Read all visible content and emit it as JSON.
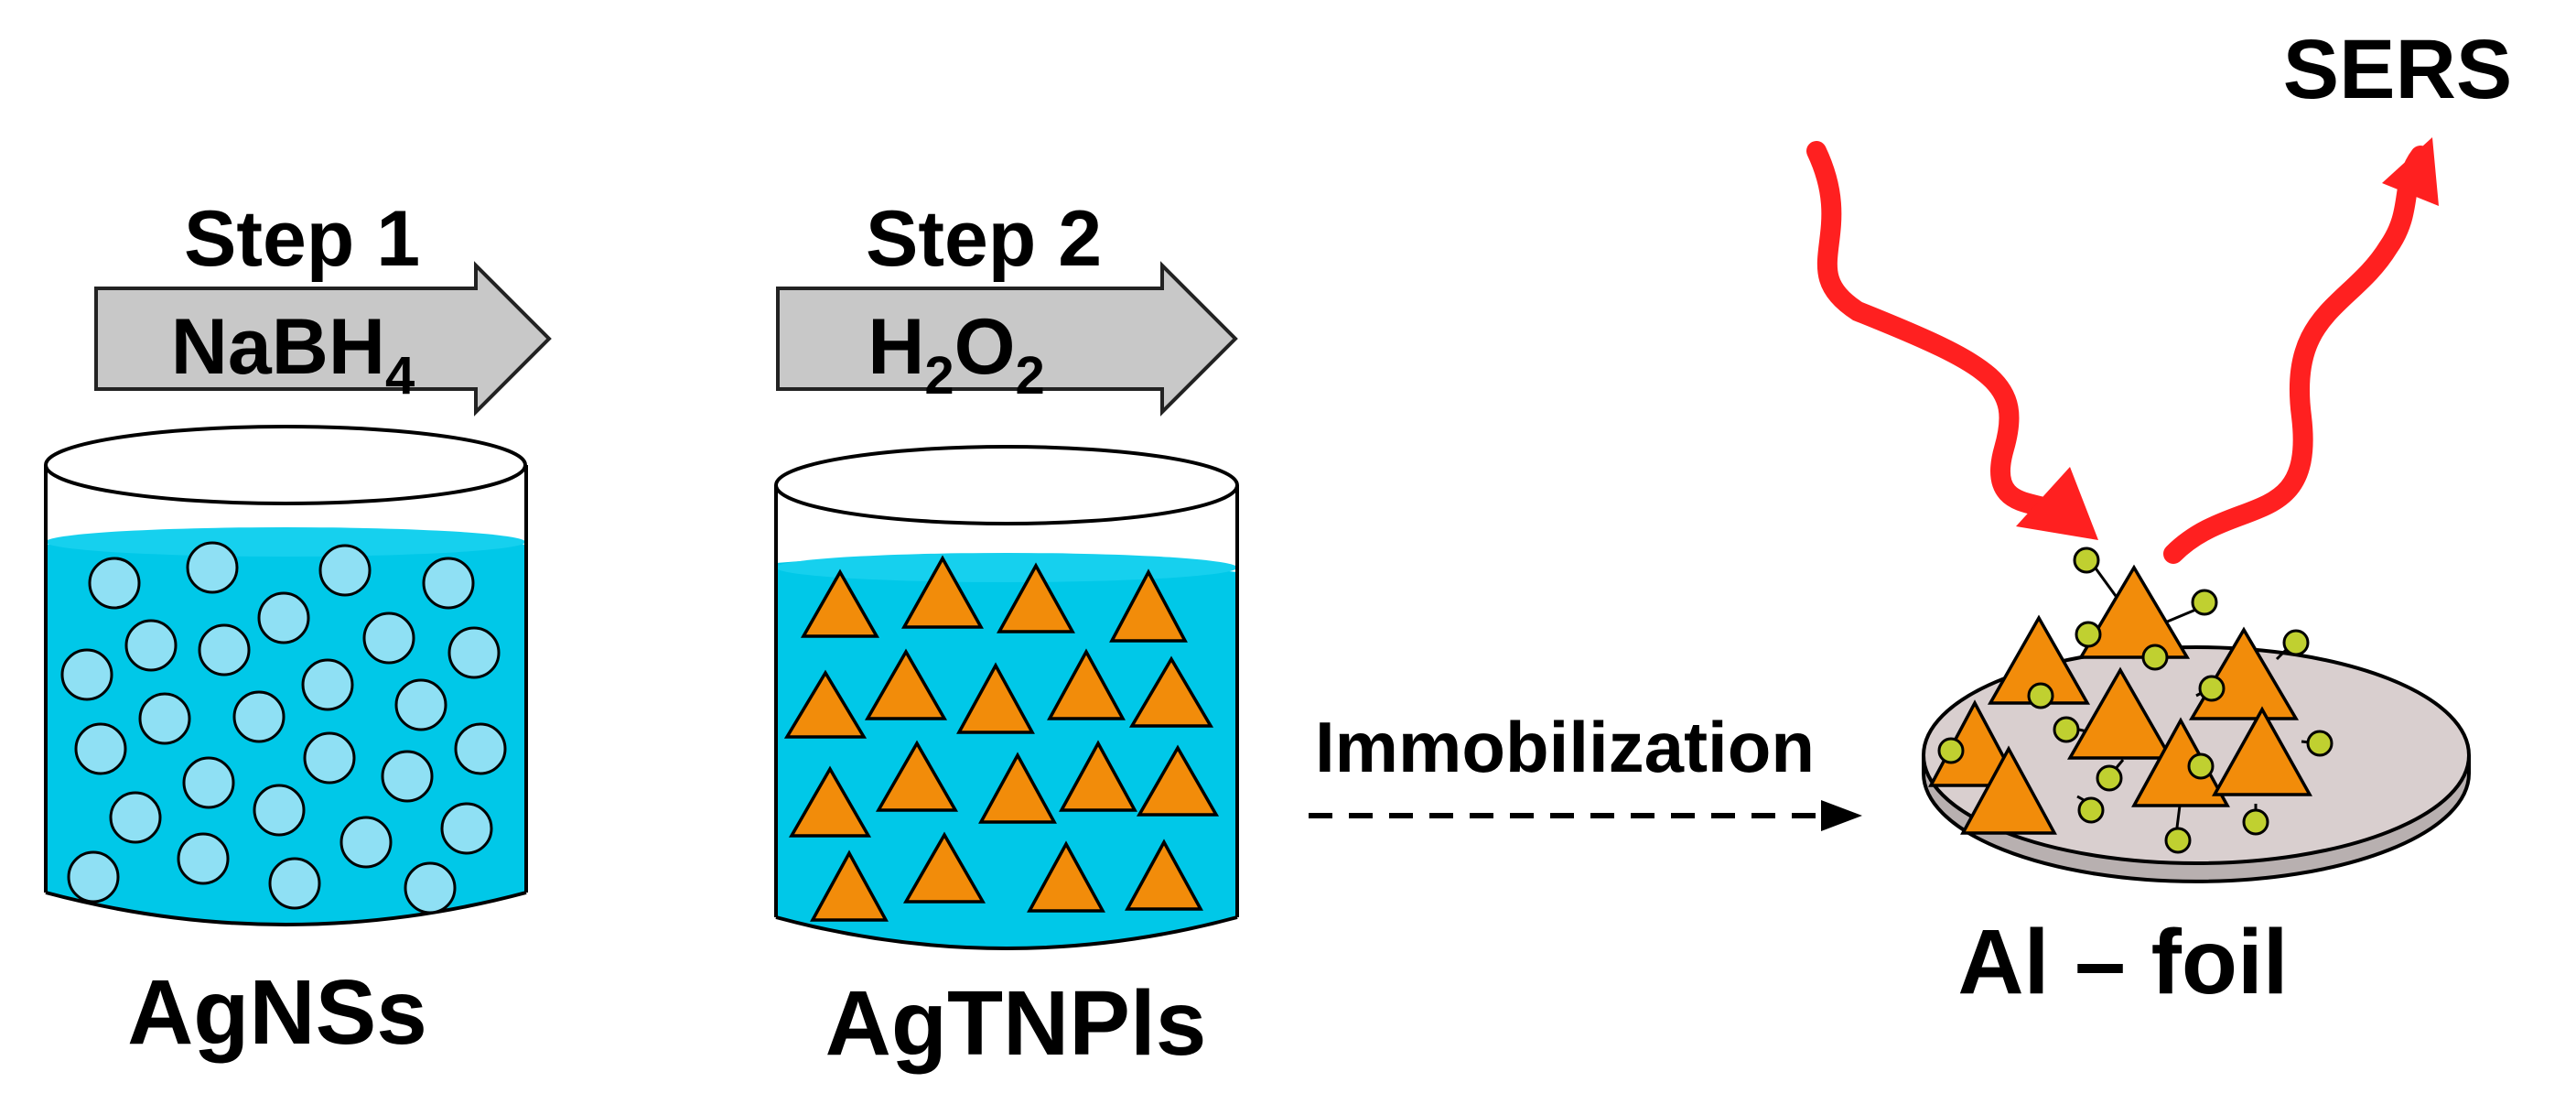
{
  "steps": [
    {
      "label": "Step 1",
      "reagent": "NaBH",
      "reagent_sub": "4"
    },
    {
      "label": "Step 2",
      "reagent_parts": [
        "H",
        "2",
        "O",
        "2"
      ]
    }
  ],
  "beakers": [
    {
      "label": "AgNSs"
    },
    {
      "label": "AgTNPls"
    }
  ],
  "immobilization_label": "Immobilization",
  "substrate_label": "Al – foil",
  "sers_label": "SERS",
  "colors": {
    "liquid": "#00c8e8",
    "sphere": "#8fe0f4",
    "triangle": "#f28c0a",
    "arrow_gray": "#c8c8c8",
    "laser": "#ff2020",
    "foil": "#d9cfcf",
    "molecule": "#c0d030"
  }
}
